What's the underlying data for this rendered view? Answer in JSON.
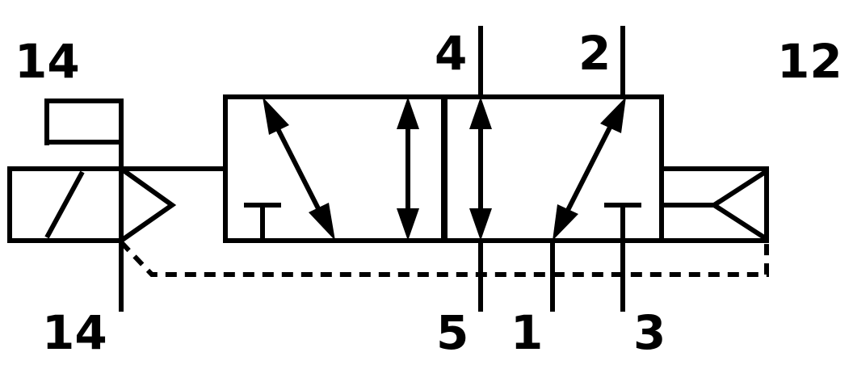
{
  "labels": {
    "pilot_top": "14",
    "port_4": "4",
    "port_2": "2",
    "pilot_right": "12",
    "pilot_bottom": "14",
    "port_5": "5",
    "port_1": "1",
    "port_3": "3"
  },
  "colors": {
    "line": "#000000",
    "background": "#ffffff"
  }
}
